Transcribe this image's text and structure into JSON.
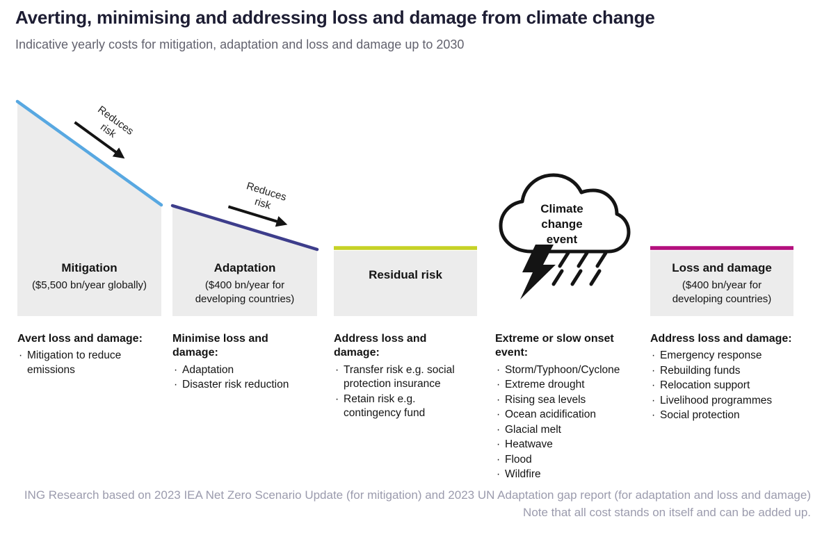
{
  "header": {
    "title": "Averting, minimising and addressing loss and damage from climate change",
    "subtitle": "Indicative yearly costs for mitigation, adaptation and loss and damage up to 2030"
  },
  "diagram": {
    "reduces_risk": {
      "word1": "Reduces",
      "word2": "risk"
    },
    "cloud": {
      "line1": "Climate",
      "line2": "change",
      "line3": "event"
    },
    "steps": [
      {
        "label": "Mitigation",
        "cost": "($5,500 bn/year globally)",
        "line_color": "#58a8e1"
      },
      {
        "label": "Adaptation",
        "cost": "($400 bn/year for developing countries)",
        "line_color": "#3d3d8b"
      },
      {
        "label": "Residual risk",
        "line_color": "#c6d226"
      },
      {
        "label": "Loss and damage",
        "cost": "($400 bn/year for developing countries)",
        "line_color": "#b40f7d"
      }
    ]
  },
  "columns": [
    {
      "heading": "Avert loss and damage:",
      "items": [
        "Mitigation to reduce emissions"
      ]
    },
    {
      "heading": "Minimise loss and damage:",
      "items": [
        "Adaptation",
        "Disaster risk reduction"
      ]
    },
    {
      "heading": "Address loss and damage:",
      "items": [
        "Transfer risk e.g. social protection insurance",
        "Retain risk e.g. contingency fund"
      ]
    },
    {
      "heading": "Extreme or slow onset event:",
      "items": [
        "Storm/Typhoon/Cyclone",
        "Extreme drought",
        "Rising sea levels",
        "Ocean acidification",
        "Glacial melt",
        "Heatwave",
        "Flood",
        "Wildfire"
      ]
    },
    {
      "heading": "Address loss and damage:",
      "items": [
        "Emergency response",
        "Rebuilding funds",
        "Relocation support",
        "Livelihood programmes",
        "Social protection"
      ]
    }
  ],
  "footer": {
    "line1": "ING Research based on 2023 IEA Net Zero Scenario Update (for mitigation) and 2023 UN Adaptation gap report (for adaptation and loss and damage)",
    "line2": "Note that all cost stands on itself and can be added up."
  }
}
